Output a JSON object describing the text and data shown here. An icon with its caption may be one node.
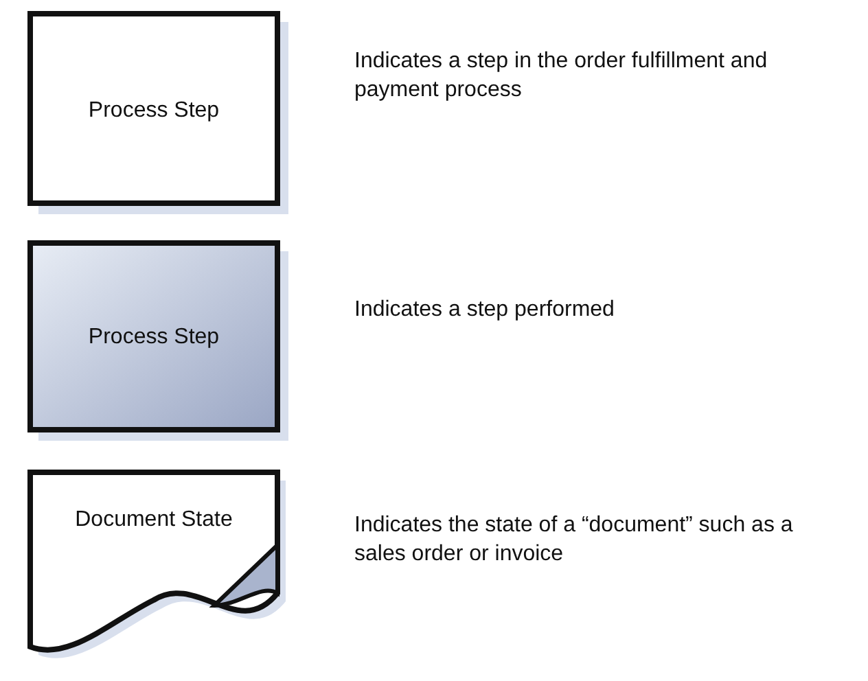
{
  "diagram": {
    "nodes": [
      {
        "text": [
          "Process Step"
        ],
        "beside": [
          "Indicates a step in the order fulfillment and payment process"
        ]
      },
      {
        "text": [
          "Process Step"
        ],
        "beside": [
          "Indicates a step performed"
        ]
      },
      {
        "text": [
          "Document State"
        ],
        "beside": [
          "Indicates the state of a “document” such as a sales order or invoice"
        ]
      }
    ]
  }
}
